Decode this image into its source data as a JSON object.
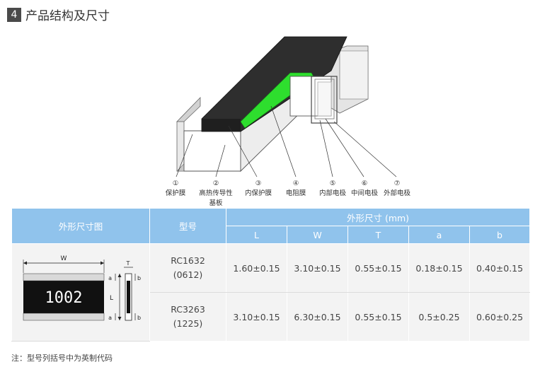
{
  "section": {
    "number": "4",
    "title": "产品结构及尺寸"
  },
  "callouts": [
    {
      "num": "①",
      "label": "保护膜"
    },
    {
      "num": "②",
      "label": "高热传导性",
      "label2": "基板"
    },
    {
      "num": "③",
      "label": "内保护膜"
    },
    {
      "num": "④",
      "label": "电阻膜"
    },
    {
      "num": "⑤",
      "label": "内部电极"
    },
    {
      "num": "⑥",
      "label": "中间电极"
    },
    {
      "num": "⑦",
      "label": "外部电极"
    }
  ],
  "table": {
    "head_diagram": "外形尺寸图",
    "head_model": "型号",
    "head_dims": "外形尺寸 (mm)",
    "cols": [
      "L",
      "W",
      "T",
      "a",
      "b"
    ],
    "rows": [
      {
        "model": "RC1632",
        "code": "(0612)",
        "values": [
          "1.60±0.15",
          "3.10±0.15",
          "0.55±0.15",
          "0.18±0.15",
          "0.40±0.15"
        ]
      },
      {
        "model": "RC3263",
        "code": "(1225)",
        "values": [
          "3.10±0.15",
          "6.30±0.15",
          "0.55±0.15",
          "0.5±0.25",
          "0.60±0.25"
        ]
      }
    ]
  },
  "drawing": {
    "marking": "1002",
    "dim_w": "W",
    "dim_t": "T",
    "dim_l": "L",
    "dim_a": "a",
    "dim_b": "b"
  },
  "note": "注：型号列括号中为英制代码"
}
